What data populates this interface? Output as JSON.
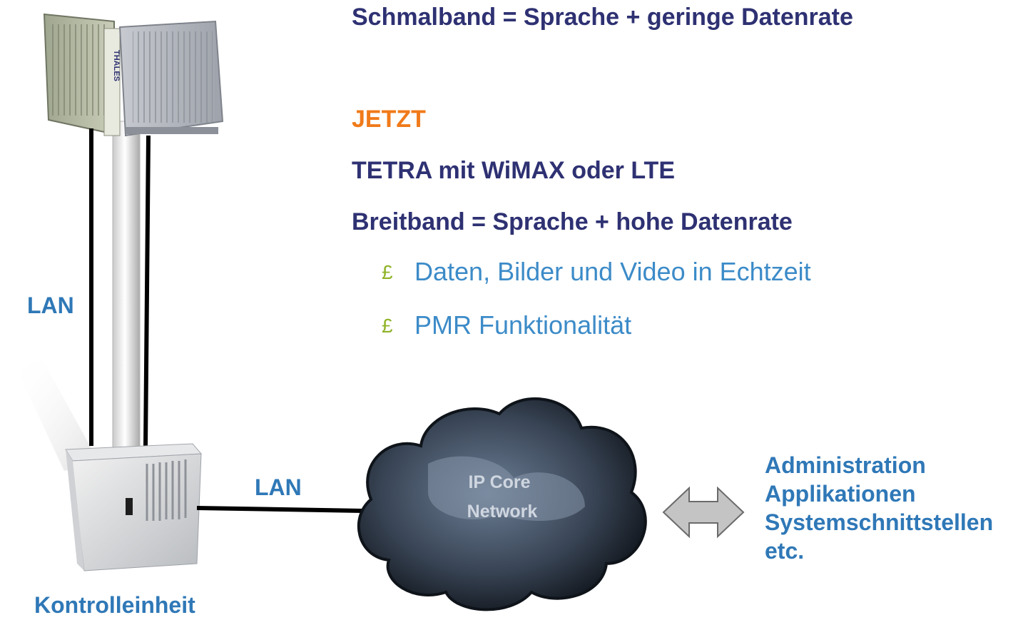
{
  "headings": {
    "line1": "Schmalband = Sprache + geringe Datenrate",
    "jetzt": "JETZT",
    "line2": "TETRA mit WiMAX oder LTE",
    "line3": "Breitband = Sprache + hohe Datenrate"
  },
  "bullets": [
    {
      "symbol": "£",
      "text": "Daten, Bilder und Video in Echtzeit"
    },
    {
      "symbol": "£",
      "text": "PMR Funktionalität"
    }
  ],
  "diagram": {
    "lan_vertical_label": "LAN",
    "lan_horizontal_label": "LAN",
    "control_unit_label": "Kontrolleinheit",
    "antenna_brand": "THALES",
    "cloud_label_line1": "IP Core",
    "cloud_label_line2": "Network",
    "right_items": [
      "Administration",
      "Applikationen",
      "Systemschnittstellen",
      "etc."
    ]
  },
  "colors": {
    "heading": "#2e3172",
    "accent_orange": "#f07a1a",
    "bullet_text": "#3c8bc8",
    "bullet_symbol": "#8fb327",
    "labels": "#2f78b7"
  }
}
